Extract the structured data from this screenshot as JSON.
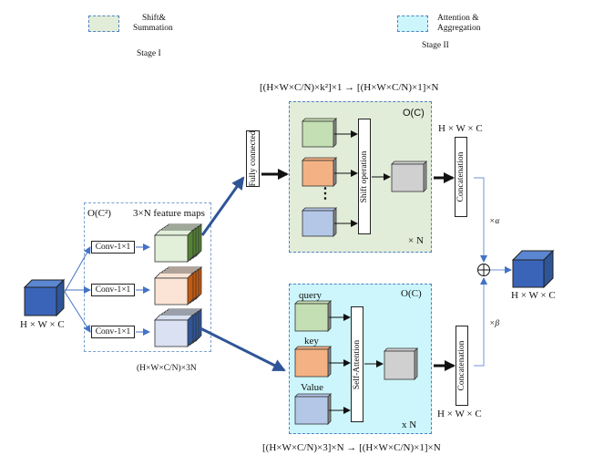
{
  "legend": {
    "stage1": {
      "label_line1": "Shift&",
      "label_line2": "Summation",
      "stage": "Stage I",
      "color": "#e2edd9"
    },
    "stage2": {
      "label_line1": "Attention &",
      "label_line2": "Aggregation",
      "stage": "Stage II",
      "color": "#ccf6fb"
    }
  },
  "input": {
    "dims": "H × W × C",
    "color": "#3a64b8"
  },
  "projection": {
    "complexity": "O(C²)",
    "feature_maps_label": "3×N feature maps",
    "conv_labels": [
      "Conv-1×1",
      "Conv-1×1",
      "Conv-1×1"
    ],
    "output_formula": "(H×W×C/N)×3N",
    "stack_colors": [
      "#e2efd9",
      "#fbe4d5",
      "#d9e1f2"
    ],
    "stack_edge_colors": [
      "#548235",
      "#c55a11",
      "#2f5597"
    ]
  },
  "fully_connected": {
    "label": "Fully connected"
  },
  "shift_module": {
    "top_formula": "[(H×W×C/N)×k²]×1 → [(H×W×C/N)×1]×N",
    "complexity": "O(C)",
    "operation_label": "Shift operation",
    "repeat": "× N",
    "ellipsis": "⋮",
    "cube_colors": [
      "#c5dfb4",
      "#f4b183",
      "#b4c7e7"
    ],
    "output_color": "#d0d0d0"
  },
  "attention_module": {
    "bottom_formula": "[(H×W×C/N)×3]×N → [(H×W×C/N)×1]×N",
    "complexity": "O(C)",
    "operation_label": "Self-Attention",
    "repeat": "x N",
    "inputs": [
      "query",
      "key",
      "Value"
    ],
    "cube_colors": [
      "#c5dfb4",
      "#f4b183",
      "#b4c7e7"
    ],
    "output_color": "#d0d0d0"
  },
  "concat_top": {
    "label": "Concatenation",
    "dims": "H × W × C"
  },
  "concat_bottom": {
    "label": "Concatenation",
    "dims": "H × W × C"
  },
  "fusion": {
    "alpha": "×α",
    "beta": "×β",
    "symbol": "⊕"
  },
  "output": {
    "dims": "H × W × C",
    "color": "#3a64b8"
  }
}
